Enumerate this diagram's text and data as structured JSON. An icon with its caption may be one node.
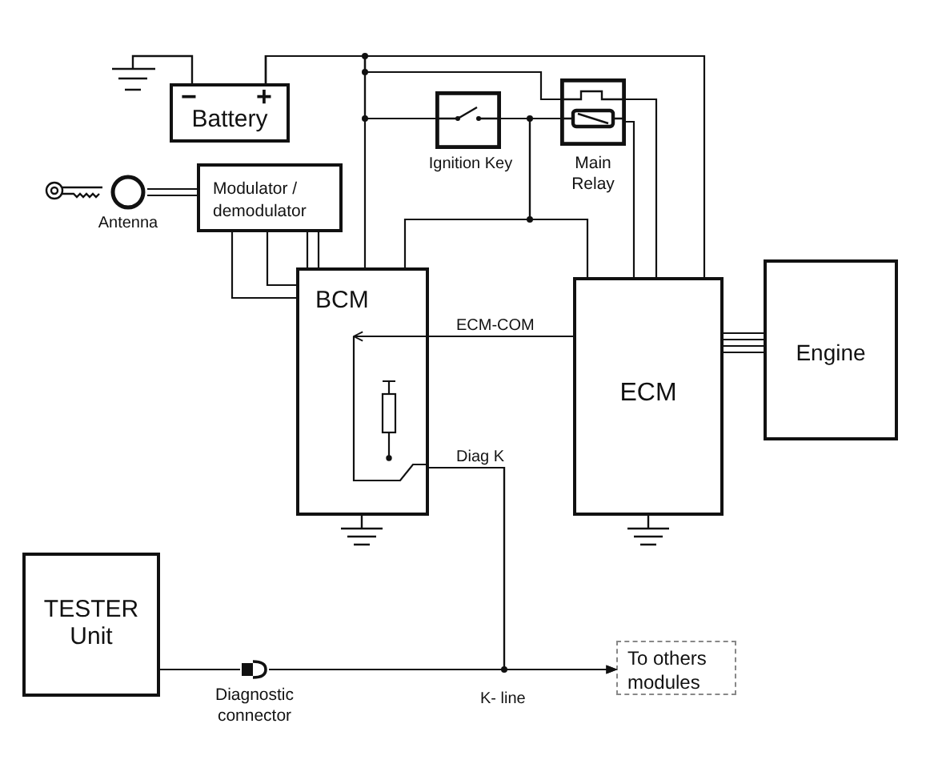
{
  "diagram": {
    "nodes": [
      {
        "text": [
          "Battery"
        ]
      },
      {
        "text": [
          "Ignition Key"
        ]
      },
      {
        "text": [
          "Main Relay"
        ]
      },
      {
        "text": [
          "Antenna"
        ]
      },
      {
        "text": [
          "Modulator / demodulator"
        ]
      },
      {
        "text": [
          "BCM"
        ]
      },
      {
        "text": [
          "ECM"
        ]
      },
      {
        "text": [
          "Engine"
        ]
      },
      {
        "text": [
          "TESTER Unit"
        ]
      },
      {
        "text": [
          "Diagnostic connector"
        ]
      },
      {
        "text": [
          "To others modules"
        ]
      }
    ],
    "edges": [
      {
        "from": 0,
        "to": 5,
        "arrow": "none"
      },
      {
        "from": 0,
        "to": 6,
        "arrow": "none"
      },
      {
        "from": 0,
        "to": 2,
        "arrow": "none"
      },
      {
        "from": 0,
        "to": 1,
        "arrow": "none"
      },
      {
        "from": 1,
        "to": 2,
        "arrow": "none"
      },
      {
        "from": 1,
        "to": 5,
        "arrow": "none"
      },
      {
        "from": 1,
        "to": 6,
        "arrow": "none"
      },
      {
        "from": 2,
        "to": 6,
        "arrow": "none"
      },
      {
        "from": 2,
        "to": 6,
        "arrow": "none"
      },
      {
        "from": 3,
        "to": 4,
        "arrow": "none"
      },
      {
        "from": 3,
        "to": 4,
        "arrow": "none"
      },
      {
        "from": 4,
        "to": 5,
        "arrow": "none"
      },
      {
        "from": 4,
        "to": 5,
        "arrow": "none"
      },
      {
        "from": 4,
        "to": 5,
        "arrow": "none"
      },
      {
        "from": 4,
        "to": 5,
        "arrow": "none"
      },
      {
        "from": 6,
        "to": 5,
        "arrow": "to",
        "label": "ECM-COM"
      },
      {
        "from": 6,
        "to": 7,
        "arrow": "none"
      },
      {
        "from": 6,
        "to": 7,
        "arrow": "none"
      },
      {
        "from": 6,
        "to": 7,
        "arrow": "none"
      },
      {
        "from": 6,
        "to": 7,
        "arrow": "none"
      },
      {
        "from": 5,
        "to": 10,
        "arrow": "to",
        "label": "Diag K"
      },
      {
        "from": 5,
        "to": 9,
        "arrow": "none"
      },
      {
        "from": 8,
        "to": 9,
        "arrow": "none"
      },
      {
        "from": 9,
        "to": 10,
        "arrow": "to",
        "label": "K- line"
      }
    ],
    "labels": [
      "−",
      "+"
    ]
  }
}
